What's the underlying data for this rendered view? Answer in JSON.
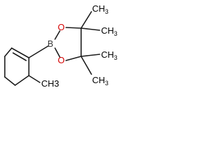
{
  "molecule": {
    "atoms": {
      "boron": {
        "symbol": "B",
        "color": "#3a3a3a"
      },
      "oxygen_upper": {
        "symbol": "O",
        "color": "#d40000"
      },
      "oxygen_lower": {
        "symbol": "O",
        "color": "#d40000"
      },
      "methyl_pinacol_1": {
        "symbol": "CH3",
        "color": "#1a1a1a"
      },
      "methyl_pinacol_2": {
        "symbol": "CH3",
        "color": "#1a1a1a"
      },
      "methyl_pinacol_3": {
        "symbol": "CH3",
        "color": "#1a1a1a"
      },
      "methyl_pinacol_4": {
        "symbol": "CH3",
        "color": "#1a1a1a"
      },
      "methyl_ring": {
        "symbol": "CH3",
        "color": "#1a1a1a"
      }
    }
  }
}
